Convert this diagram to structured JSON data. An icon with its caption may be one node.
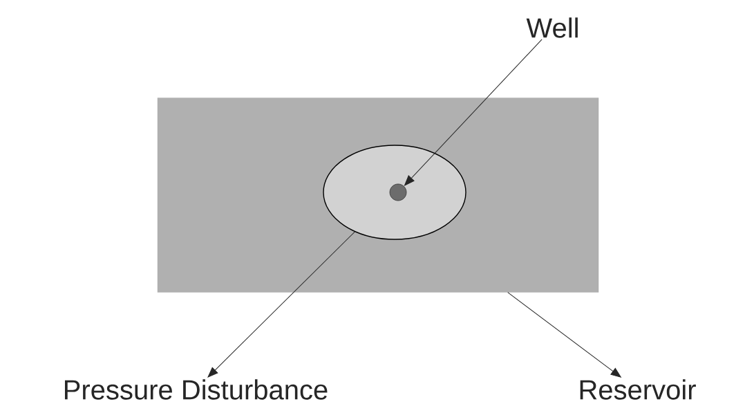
{
  "diagram": {
    "nodes": [
      {
        "text": [
          "Well"
        ]
      },
      {
        "text": [],
        "shape": "box"
      },
      {
        "text": [],
        "shape": "ellipse",
        "in": 1
      },
      {
        "text": [],
        "shape": "circle",
        "in": 2
      },
      {
        "text": [
          "Pressure Disturbance"
        ]
      },
      {
        "text": [
          "Reservoir"
        ]
      }
    ],
    "edges": [
      {
        "from": 0,
        "to": 3,
        "arrow": "to"
      },
      {
        "from": 2,
        "to": 4,
        "arrow": "to"
      },
      {
        "from": 1,
        "to": 5,
        "arrow": "to"
      }
    ]
  }
}
